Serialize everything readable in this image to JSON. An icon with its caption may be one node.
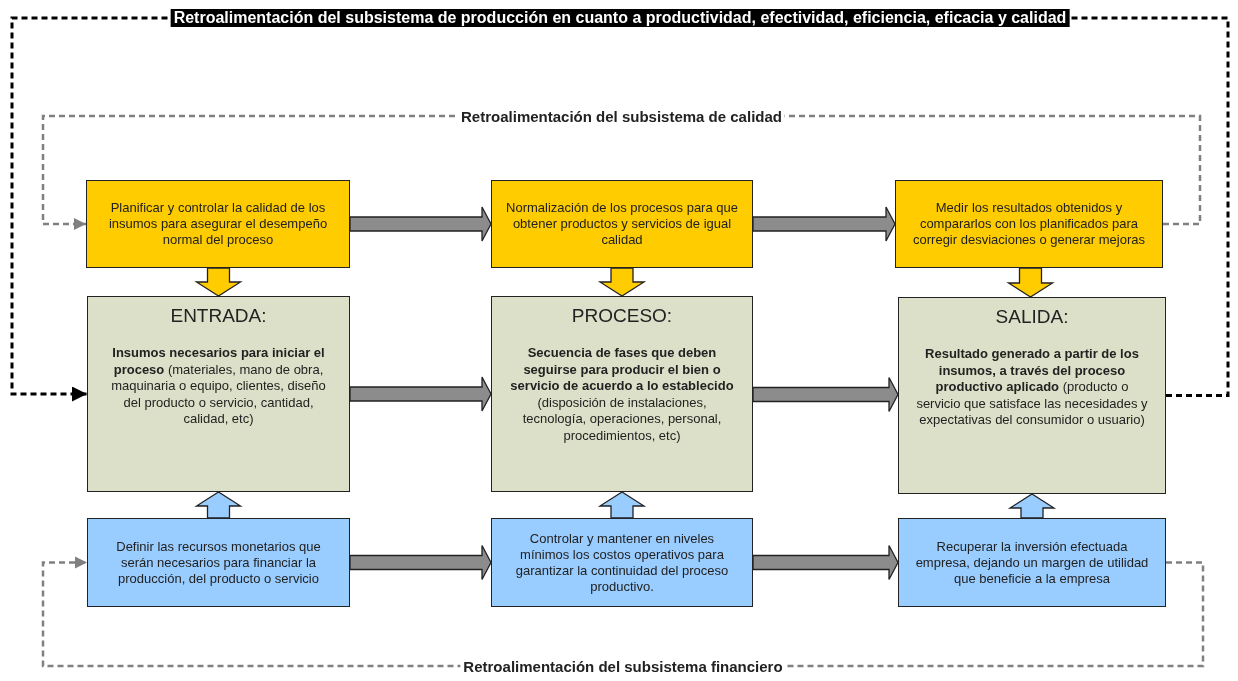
{
  "diagram": {
    "nodes": [
      {
        "text": [
          "Planificar y controlar la calidad de los insumos para asegurar el desempeño normal del proceso"
        ]
      },
      {
        "text": [
          "Normalización de los procesos para que obtener productos y servicios de igual calidad"
        ]
      },
      {
        "text": [
          "Medir los resultados obtenidos y compararlos con los planificados para corregir desviaciones o generar mejoras"
        ]
      },
      {
        "text": [
          "ENTRADA:",
          "**Insumos necesarios para iniciar el proceso** (materiales, mano de obra, maquinaria o equipo, clientes, diseño del producto o servicio, cantidad, calidad, etc)"
        ]
      },
      {
        "text": [
          "PROCESO:",
          "**Secuencia de fases que deben seguirse para producir el bien o servicio de acuerdo a lo establecido** (disposición de instalaciones, tecnología, operaciones, personal, procedimientos, etc)"
        ]
      },
      {
        "text": [
          "SALIDA:",
          "**Resultado generado a partir de los insumos, a través del proceso productivo aplicado** (producto o servicio que satisface las necesidades y expectativas del consumidor o usuario)"
        ]
      },
      {
        "text": [
          "Definir las recursos monetarios que serán necesarios para financiar la producción, del producto o servicio"
        ]
      },
      {
        "text": [
          "Controlar y mantener en niveles mínimos los costos operativos para garantizar la continuidad del proceso productivo."
        ]
      },
      {
        "text": [
          "Recuperar la inversión efectuada empresa, dejando un margen de utilidad que beneficie a la empresa"
        ]
      }
    ],
    "edges": [
      {
        "from": 0,
        "to": 1,
        "arrow": "to"
      },
      {
        "from": 1,
        "to": 2,
        "arrow": "to"
      },
      {
        "from": 3,
        "to": 4,
        "arrow": "to"
      },
      {
        "from": 4,
        "to": 5,
        "arrow": "to"
      },
      {
        "from": 6,
        "to": 7,
        "arrow": "to"
      },
      {
        "from": 7,
        "to": 8,
        "arrow": "to"
      },
      {
        "from": 0,
        "to": 3,
        "arrow": "to",
        "color": "#ffcc00"
      },
      {
        "from": 1,
        "to": 4,
        "arrow": "to",
        "color": "#ffcc00"
      },
      {
        "from": 2,
        "to": 5,
        "arrow": "to",
        "color": "#ffcc00"
      },
      {
        "from": 6,
        "to": 3,
        "arrow": "to",
        "color": "#99ccff"
      },
      {
        "from": 7,
        "to": 4,
        "arrow": "to",
        "color": "#99ccff"
      },
      {
        "from": 8,
        "to": 5,
        "arrow": "to",
        "color": "#99ccff"
      },
      {
        "from": 5,
        "to": 3,
        "arrow": "to",
        "style": "dashed",
        "color": "#000000",
        "label": "Retroalimentación del subsistema de producción en cuanto a productividad, efectividad, eficiencia, eficacia y calidad"
      },
      {
        "from": 2,
        "to": 0,
        "arrow": "to",
        "style": "dashed",
        "color": "#808080",
        "label": "Retroalimentación del subsistema de calidad"
      },
      {
        "from": 8,
        "to": 6,
        "arrow": "to",
        "style": "dashed",
        "color": "#808080",
        "label": "Retroalimentación del subsistema financiero"
      }
    ]
  }
}
